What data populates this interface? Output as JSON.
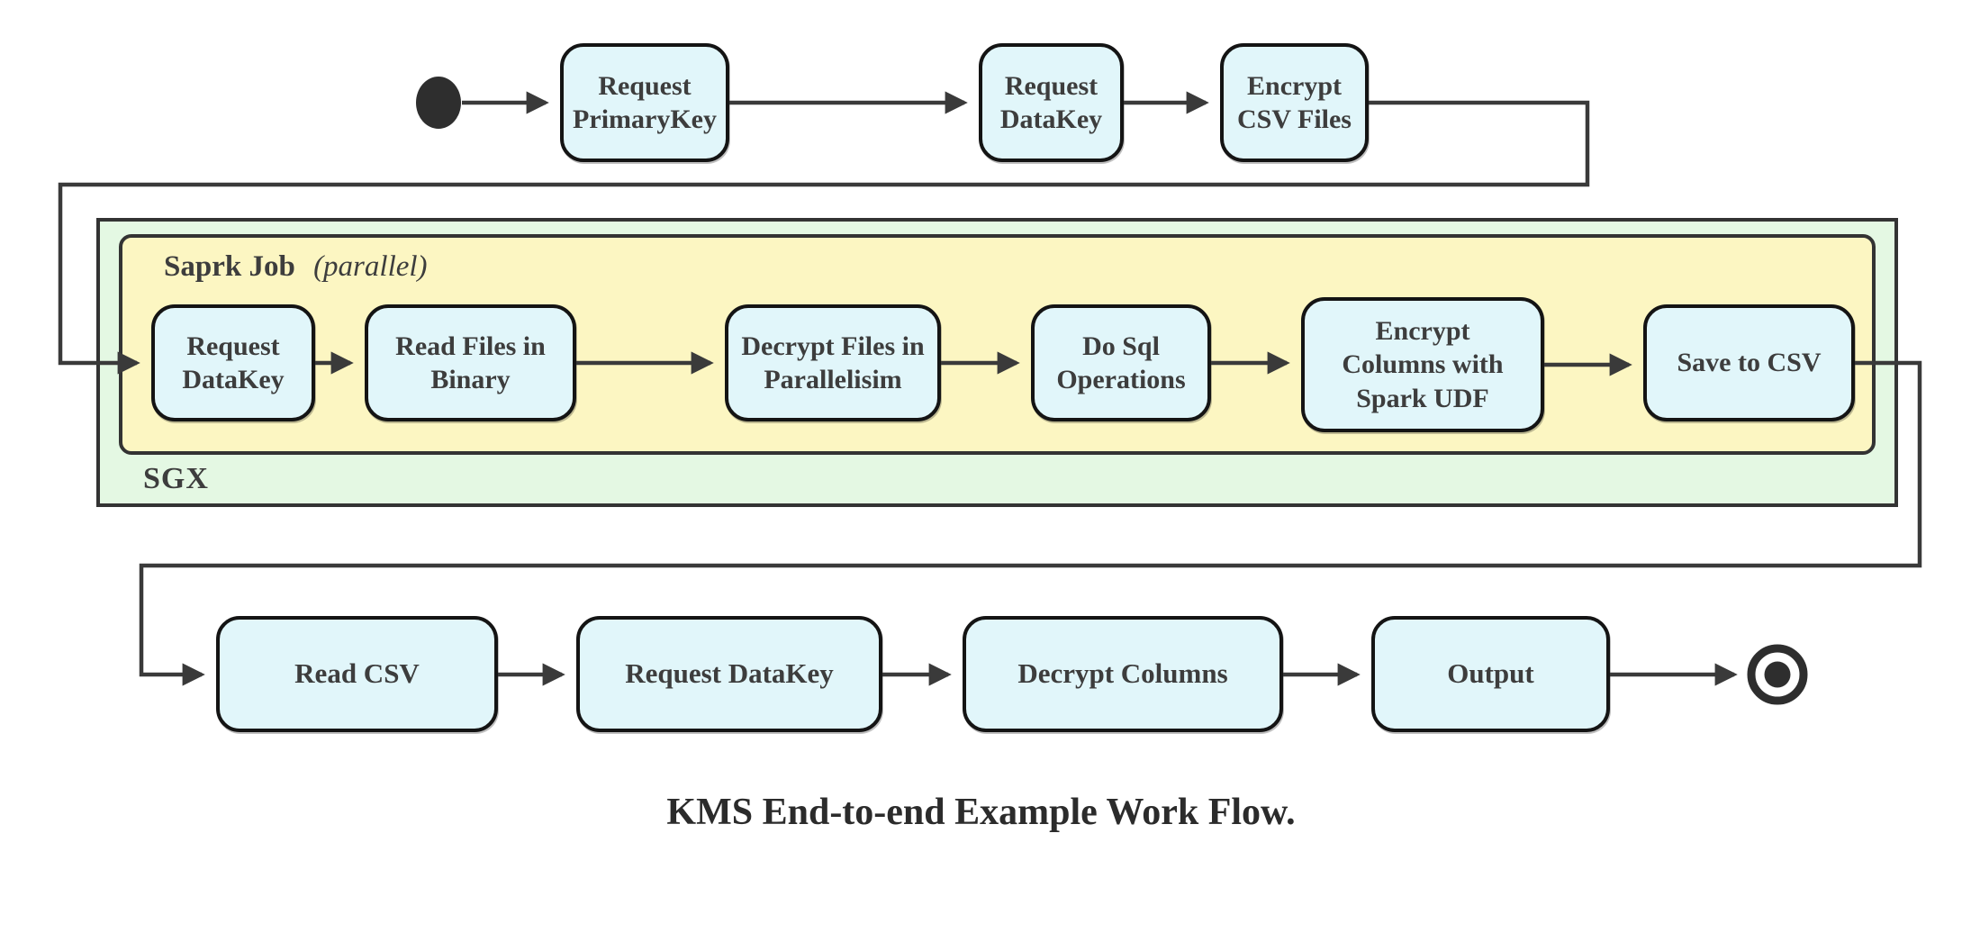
{
  "diagram": {
    "caption": "KMS End-to-end Example Work Flow.",
    "colors": {
      "node_fill": "#e1f6fa",
      "node_border": "#141414",
      "sgx_container_fill": "#e4f8e3",
      "spark_container_fill": "#fcf6c2",
      "container_border": "#333333",
      "edge_color": "#3a3a3a",
      "label_color": "#3d3d3d"
    },
    "start_node": "initial-state-dot",
    "end_node": "final-state-double-circle",
    "top_row": [
      {
        "label": "Request PrimaryKey"
      },
      {
        "label": "Request DataKey"
      },
      {
        "label": "Encrypt CSV Files"
      }
    ],
    "sgx": {
      "label": "SGX",
      "spark": {
        "title": "Saprk Job",
        "title_note": "(parallel)",
        "nodes": [
          {
            "label": "Request DataKey"
          },
          {
            "label": "Read Files in Binary"
          },
          {
            "label": "Decrypt Files in Parallelisim"
          },
          {
            "label": "Do Sql Operations"
          },
          {
            "label": "Encrypt Columns with Spark UDF"
          },
          {
            "label": "Save to CSV"
          }
        ]
      }
    },
    "bottom_row": [
      {
        "label": "Read CSV"
      },
      {
        "label": "Request DataKey"
      },
      {
        "label": "Decrypt Columns"
      },
      {
        "label": "Output"
      }
    ]
  }
}
